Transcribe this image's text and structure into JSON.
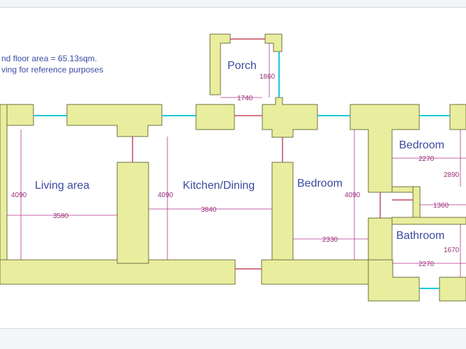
{
  "notes": {
    "line1": "nd floor area = 65.13sqm.",
    "line2": "ving for reference purposes"
  },
  "rooms": {
    "porch": "Porch",
    "living": "Living area",
    "kitchen": "Kitchen/Dining",
    "bedroom_main": "Bedroom",
    "bedroom_right": "Bedroom",
    "bathroom": "Bathroom"
  },
  "dimensions": {
    "porch_height": "1860",
    "porch_width": "1740",
    "living_height": "4090",
    "living_width": "3580",
    "kitchen_height": "4090",
    "kitchen_width": "3840",
    "bedroom_height": "4090",
    "bedroom_width": "2330",
    "bedroom2_width": "2270",
    "bedroom2_height": "2890",
    "hall_width": "1360",
    "bathroom_width": "2270",
    "bathroom_height": "1670"
  },
  "colors": {
    "wall": "#e9ee9e",
    "wall_outline": "#6f7040",
    "window": "#19c9d8",
    "door": "#c64a5e",
    "dim_line": "#b0358d",
    "label": "#3b4aa0"
  }
}
